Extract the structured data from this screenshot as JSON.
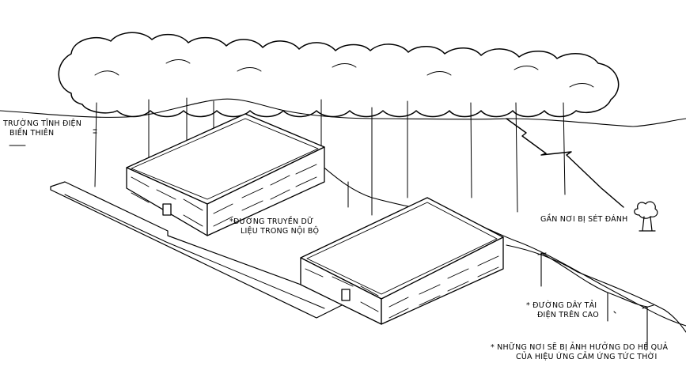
{
  "labels": {
    "static_field": [
      "TRƯỜNG TĨNH ĐIỆN",
      "BIẾN THIÊN"
    ],
    "data_line": [
      "*ĐƯỜNG TRUYỀN DỮ",
      "LIỆU TRONG NỘI BỘ"
    ],
    "strike_point": "GẦN NƠI BỊ SÉT ĐÁNH",
    "power_line": [
      "* ĐƯỜNG DÂY TẢI",
      "ĐIỆN TRÊN CAO"
    ],
    "affected_areas": [
      "* NHỮNG NƠI SẼ BỊ ẢNH HƯỞNG DO HỆ QUẢ",
      "CỦA HIỆU ỨNG CẢM ỨNG TỨC THỜI"
    ]
  },
  "colors": {
    "ink": "#000000",
    "paper": "#ffffff"
  },
  "icons": [
    "cloud",
    "lightning-bolt",
    "tree",
    "building",
    "power-pole"
  ]
}
